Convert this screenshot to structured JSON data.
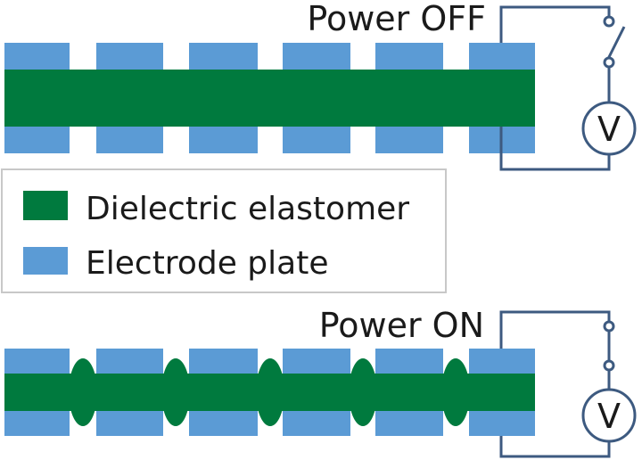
{
  "diagram": {
    "state_off_label": "Power OFF",
    "state_on_label": "Power ON",
    "voltmeter_symbol": "V",
    "legend": {
      "items": [
        {
          "label": "Dielectric elastomer",
          "color": "#007a3e"
        },
        {
          "label": "Electrode plate",
          "color": "#5b9bd5"
        }
      ]
    },
    "colors": {
      "dielectric": "#007a3e",
      "electrode": "#5b9bd5",
      "wire": "#3d5a80",
      "legend_border": "#c8c8c8"
    },
    "switch_states": [
      "open",
      "closed"
    ]
  }
}
